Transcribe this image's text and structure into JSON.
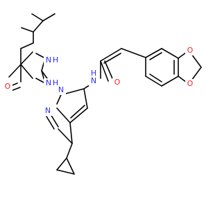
{
  "molecule": {
    "atoms": [
      {
        "id": "N_amide",
        "label": "N",
        "color": "#2e2efd"
      },
      {
        "id": "H_amide",
        "label": "H",
        "color": "#2e2efd"
      },
      {
        "id": "O_amide",
        "label": "O",
        "color": "#ff2020"
      },
      {
        "id": "O_diox_top",
        "label": "O",
        "color": "#ff2020"
      },
      {
        "id": "O_diox_bot",
        "label": "O",
        "color": "#ff2020"
      },
      {
        "id": "N_pyr1",
        "label": "N",
        "color": "#2e2efd"
      },
      {
        "id": "N_pyr2",
        "label": "N",
        "color": "#2e2efd"
      },
      {
        "id": "N_ring_top",
        "label": "N",
        "color": "#2e2efd"
      },
      {
        "id": "H_ring_top",
        "label": "H",
        "color": "#2e2efd"
      },
      {
        "id": "N_ring_bot",
        "label": "N",
        "color": "#2e2efd"
      },
      {
        "id": "H_ring_bot",
        "label": "H",
        "color": "#2e2efd"
      },
      {
        "id": "O_lactam",
        "label": "O",
        "color": "#ff2020"
      }
    ]
  }
}
